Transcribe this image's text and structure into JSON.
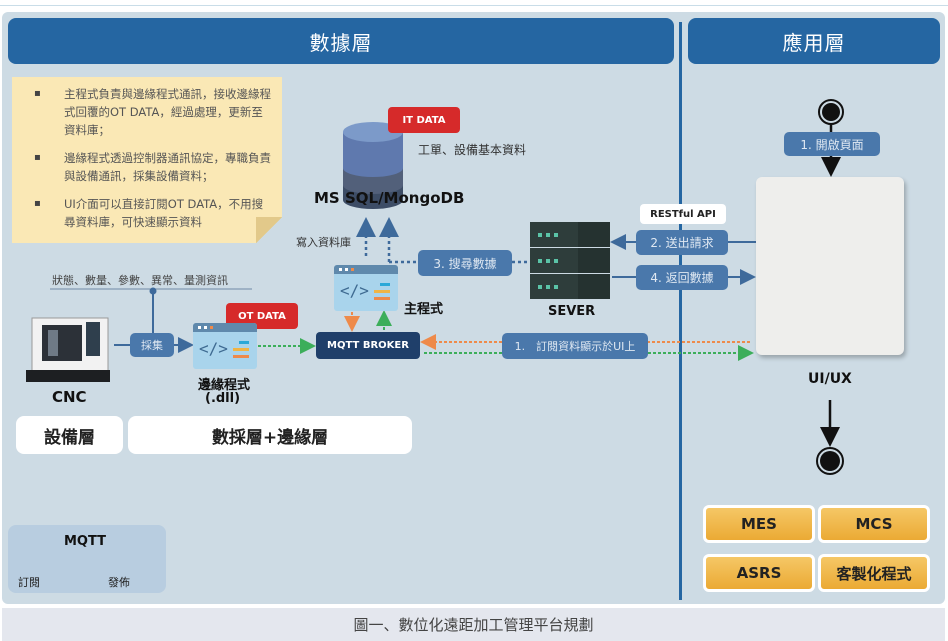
{
  "headers": {
    "data_layer": "數據層",
    "app_layer": "應用層"
  },
  "note": {
    "items": [
      "主程式負責與邊緣程式通訊，接收邊緣程式回覆的OT DATA，經過處理，更新至資料庫；",
      "邊緣程式透過控制器通訊協定，專職負責與設備通訊，採集設備資料；",
      "UI介面可以直接訂閱OT DATA，不用搜尋資料庫，可快速顯示資料"
    ]
  },
  "database": {
    "tag": "IT DATA",
    "desc": "工單、設備基本資料",
    "name": "MS SQL/MongoDB",
    "write_label": "寫入資料庫"
  },
  "main_program": {
    "label": "主程式"
  },
  "search": {
    "label": "3. 搜尋數據"
  },
  "server": {
    "label": "SEVER"
  },
  "api": {
    "restful": "RESTful API",
    "request": "2. 送出請求",
    "response": "4. 返回數據"
  },
  "data_info": "狀態、數量、參數、異常、量測資訊",
  "collect": "採集",
  "edge": {
    "tag": "OT DATA",
    "name": "邊緣程式",
    "ext": "(.dll)"
  },
  "cnc": {
    "label": "CNC"
  },
  "broker": {
    "label": "MQTT BROKER"
  },
  "subscribe": {
    "label": "1.　訂閱資料顯示於UI上"
  },
  "layers": {
    "device": "設備層",
    "collect_edge": "數採層+邊緣層"
  },
  "ui": {
    "open_page": "1. 開啟頁面",
    "label": "UI/UX"
  },
  "apps": [
    "MES",
    "MCS",
    "ASRS",
    "客製化程式"
  ],
  "legend": {
    "title": "MQTT",
    "subscribe": "訂閱",
    "publish": "發佈"
  },
  "caption": "圖一、數位化遠距加工管理平台規劃",
  "colors": {
    "primary": "#2566a2",
    "subscribe": "#ee8a4a",
    "publish": "#3cae5a",
    "it_tag": "#d62a2a",
    "app_button": "#f0b445"
  }
}
